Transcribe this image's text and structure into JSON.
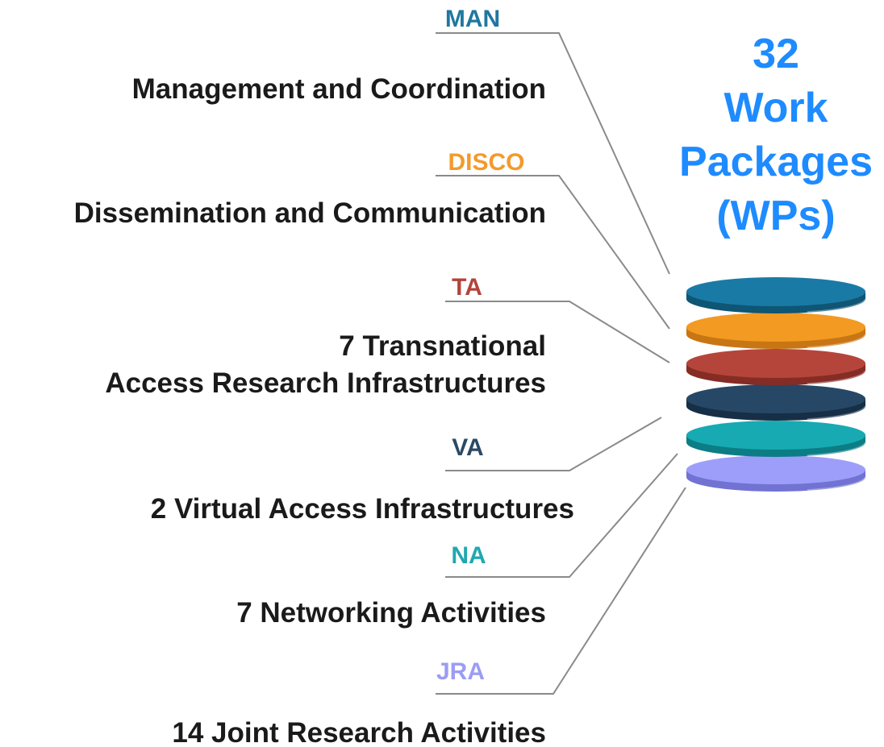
{
  "headline": {
    "lines": [
      "32",
      "Work",
      "Packages",
      "(WPs)"
    ],
    "color": "#1e8bff"
  },
  "categories": [
    {
      "code": "MAN",
      "color": "#1f77a0",
      "description": [
        "Management and Coordination"
      ]
    },
    {
      "code": "DISCO",
      "color": "#f39a2b",
      "description": [
        "Dissemination and Communication"
      ]
    },
    {
      "code": "TA",
      "color": "#b3433a",
      "description": [
        "7 Transnational",
        "Access Research Infrastructures"
      ]
    },
    {
      "code": "VA",
      "color": "#2a4a66",
      "description": [
        "2 Virtual Access Infrastructures"
      ]
    },
    {
      "code": "NA",
      "color": "#20a8b0",
      "description": [
        "7 Networking Activities"
      ]
    },
    {
      "code": "JRA",
      "color": "#9b9cf5",
      "description": [
        "14 Joint Research Activities"
      ]
    }
  ],
  "stack_colors": {
    "MAN": {
      "top": "#1a7aa6",
      "side": "#0f5574"
    },
    "DISCO": {
      "top": "#f39a22",
      "side": "#c87614"
    },
    "TA": {
      "top": "#b5453b",
      "side": "#852c25"
    },
    "VA": {
      "top": "#264866",
      "side": "#162f46"
    },
    "NA": {
      "top": "#17aab2",
      "side": "#0c7d84"
    },
    "JRA": {
      "top": "#9d9ef9",
      "side": "#7172d2"
    }
  }
}
